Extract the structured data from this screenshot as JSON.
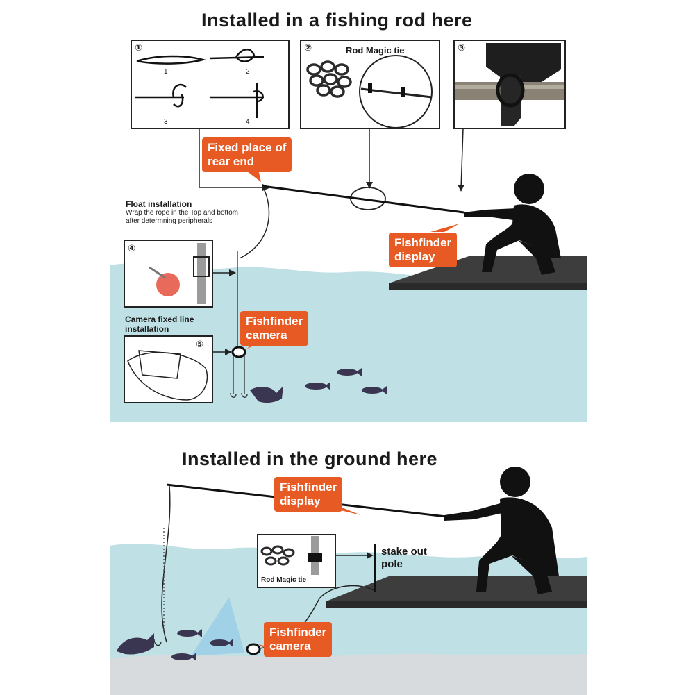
{
  "top": {
    "heading": "Installed in a fishing rod here",
    "panel1": {
      "num": "①",
      "steps": [
        "1",
        "2",
        "3",
        "4"
      ]
    },
    "panel2": {
      "num": "②",
      "label": "Rod Magic tie"
    },
    "panel3": {
      "num": "③"
    },
    "callout_rear": "Fixed place of\nrear end",
    "float_title": "Float installation",
    "float_desc": "Wrap the rope in the Top and bottom after determning peripherals",
    "panel4_num": "④",
    "camera_line_title": "Camera fixed line installation",
    "panel5_num": "⑤",
    "callout_display": "Fishfinder\ndisplay",
    "callout_camera": "Fishfinder\ncamera"
  },
  "bottom": {
    "heading": "Installed in the ground here",
    "callout_display": "Fishfinder\ndisplay",
    "inset_label": "Rod Magic tie",
    "stake_label": "stake out\npole",
    "callout_camera": "Fishfinder\ncamera"
  },
  "colors": {
    "water": "#bfe0e4",
    "callout": "#e85a24",
    "silhouette": "#111111",
    "dock": "#3d3d3d",
    "fish": "#3a3550",
    "beam": "#8cc7e8"
  }
}
